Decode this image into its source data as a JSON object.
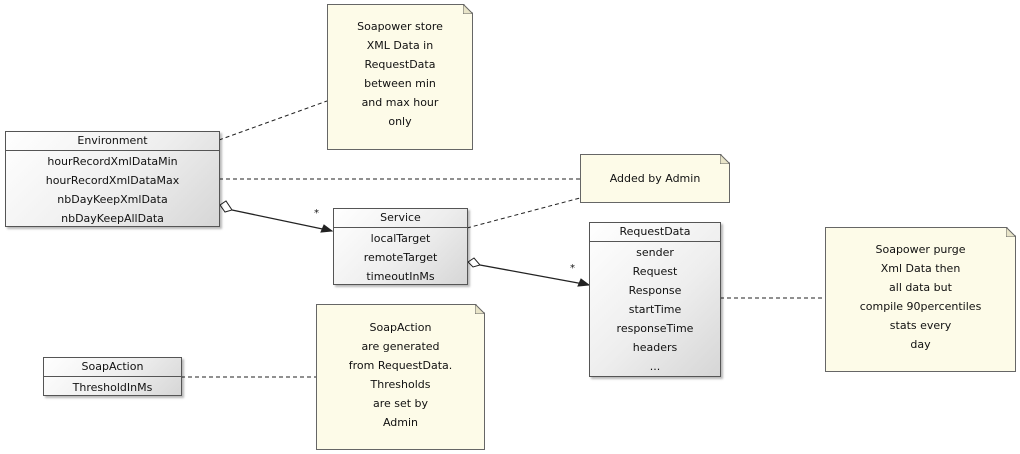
{
  "classes": {
    "environment": {
      "name": "Environment",
      "attributes": [
        "hourRecordXmlDataMin",
        "hourRecordXmlDataMax",
        "nbDayKeepXmlData",
        "nbDayKeepAllData"
      ]
    },
    "service": {
      "name": "Service",
      "attributes": [
        "localTarget",
        "remoteTarget",
        "timeoutInMs"
      ]
    },
    "request_data": {
      "name": "RequestData",
      "attributes": [
        "sender",
        "Request",
        "Response",
        "startTime",
        "responseTime",
        "headers",
        "..."
      ]
    },
    "soap_action": {
      "name": "SoapAction",
      "attributes": [
        "ThresholdInMs"
      ]
    }
  },
  "notes": {
    "xml_storage": [
      "Soapower store",
      "XML Data in",
      "RequestData",
      "between min",
      "and max hour",
      "only"
    ],
    "added_by_admin": [
      "Added by Admin"
    ],
    "purge": [
      "Soapower purge",
      "Xml Data then",
      "all data but",
      "compile 90percentiles",
      "stats every",
      "day"
    ],
    "soap_action_info": [
      "SoapAction",
      "are generated",
      "from RequestData.",
      "Thresholds",
      "are set by",
      "Admin"
    ]
  },
  "associations": {
    "environment_service_multiplicity": "*",
    "service_requestdata_multiplicity": "*"
  },
  "colors": {
    "note_fill": "#fdfbe8",
    "class_border": "#555555",
    "line": "#222222"
  }
}
